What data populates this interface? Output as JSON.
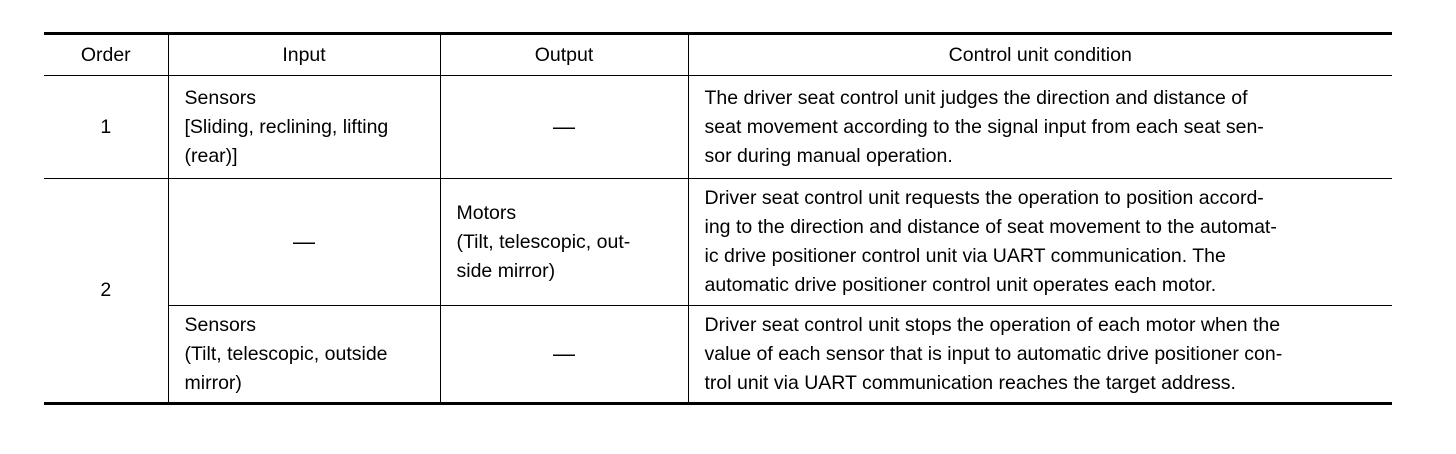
{
  "table": {
    "headers": [
      "Order",
      "Input",
      "Output",
      "Control unit condition"
    ],
    "rows": [
      {
        "order": "1",
        "input_lines": [
          "Sensors",
          "[Sliding, reclining, lifting",
          "(rear)]"
        ],
        "output": "—",
        "condition_lines": [
          "The driver seat control unit judges the direction and distance of",
          "seat movement according to the signal input from each seat sen-",
          "sor during manual operation."
        ]
      },
      {
        "order": "2",
        "input": "—",
        "output_lines": [
          "Motors",
          "(Tilt, telescopic, out-",
          "side mirror)"
        ],
        "condition_lines": [
          "Driver seat control unit requests the operation to position accord-",
          "ing to the direction and distance of seat movement to the automat-",
          "ic drive positioner control unit via UART communication. The",
          "automatic drive positioner control unit operates each motor."
        ]
      },
      {
        "input_lines": [
          "Sensors",
          "(Tilt, telescopic, outside",
          "mirror)"
        ],
        "output": "—",
        "condition_lines": [
          "Driver seat control unit stops the operation of each motor when the",
          "value of each sensor that is input to automatic drive positioner con-",
          "trol unit via UART communication reaches the target address."
        ]
      }
    ]
  }
}
